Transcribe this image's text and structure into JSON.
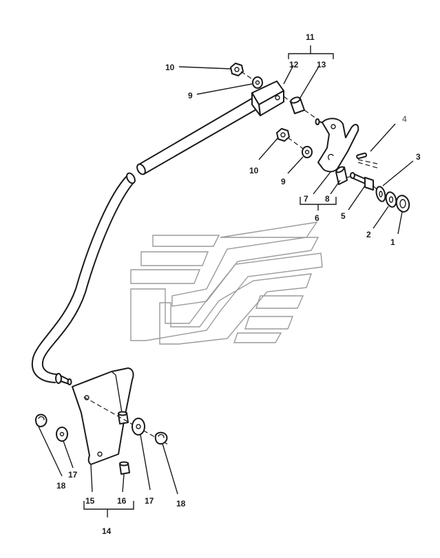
{
  "callouts": {
    "c1": "1",
    "c2": "2",
    "c3": "3",
    "c4": "4",
    "c5": "5",
    "c6": "6",
    "c7": "7",
    "c8": "8",
    "c9_top": "9",
    "c9_mid": "9",
    "c10_top": "10",
    "c10_mid": "10",
    "c11": "11",
    "c12": "12",
    "c13": "13",
    "c14": "14",
    "c15": "15",
    "c16": "16",
    "c17_left": "17",
    "c17_right": "17",
    "c18_left": "18",
    "c18_right": "18"
  },
  "colors": {
    "ink": "#1a1a1a",
    "watermark": "#9a9a9a",
    "background": "#ffffff"
  }
}
